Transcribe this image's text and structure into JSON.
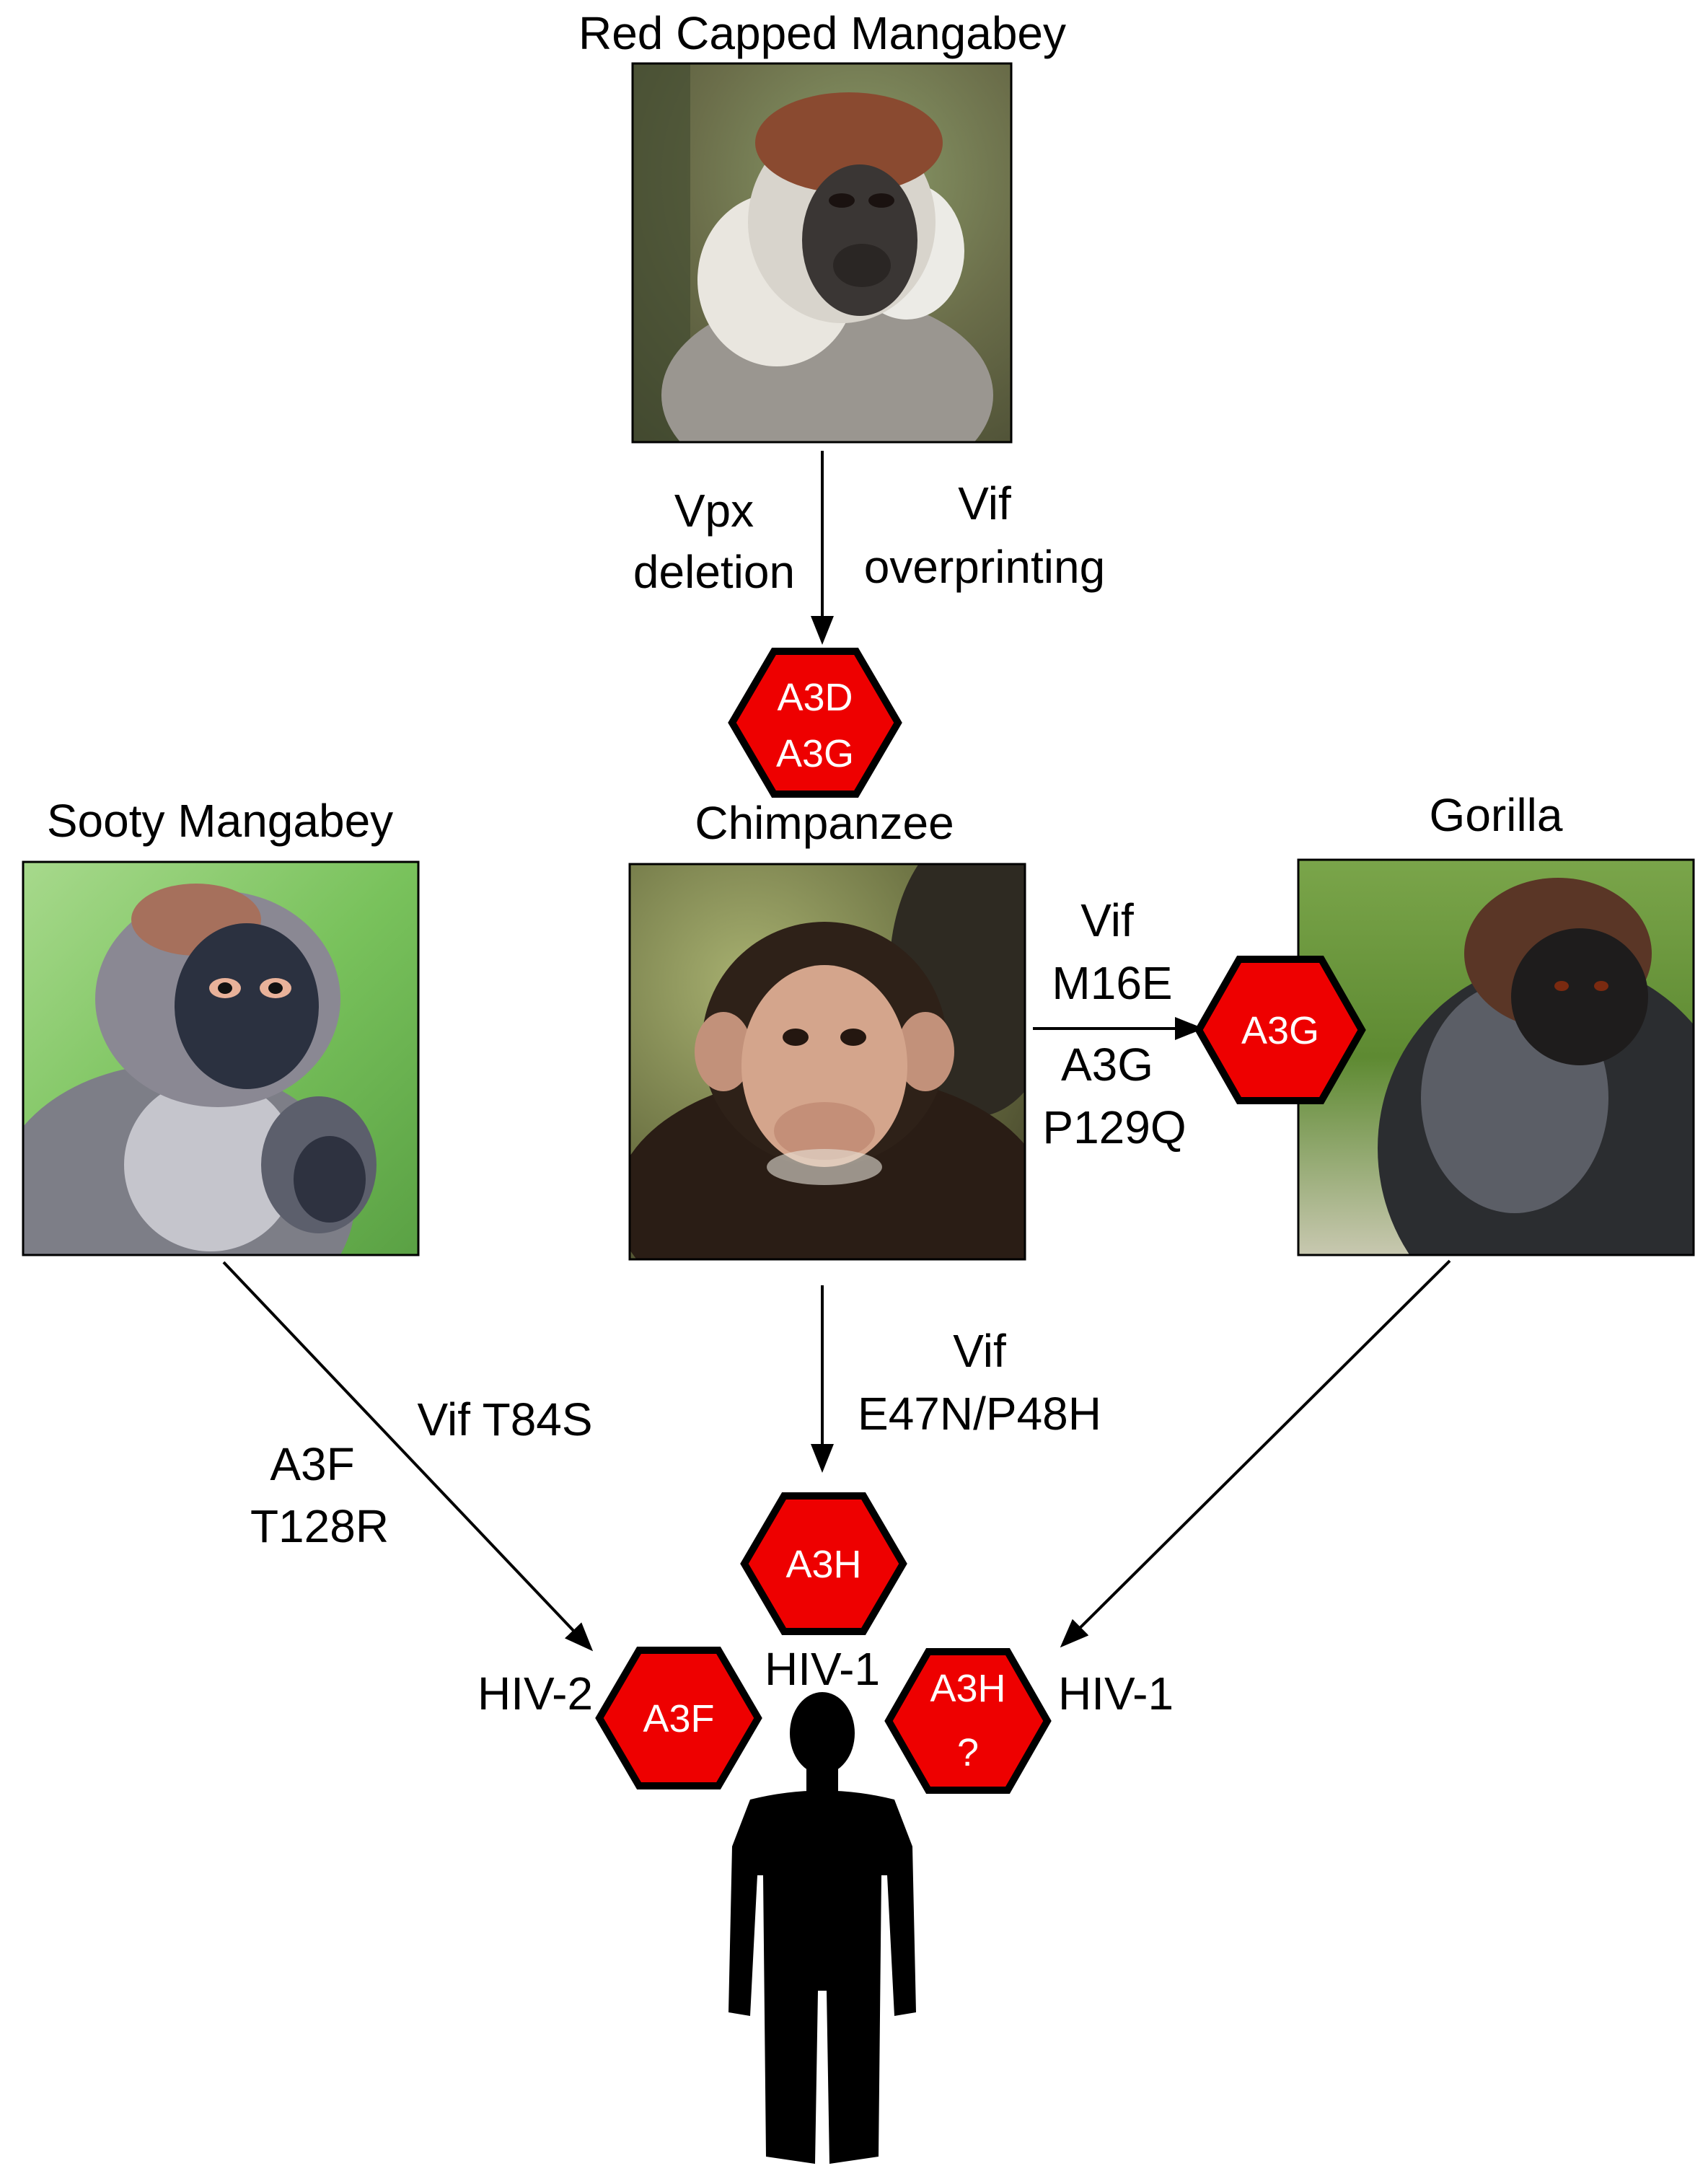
{
  "species": {
    "red_capped_mangabey": "Red Capped Mangabey",
    "sooty_mangabey": "Sooty Mangabey",
    "chimpanzee": "Chimpanzee",
    "gorilla": "Gorilla"
  },
  "labels": {
    "vpx": "Vpx",
    "deletion": "deletion",
    "vif": "Vif",
    "overprinting": "overprinting",
    "vif_gor": "Vif",
    "m16e": "M16E",
    "a3g_gor": "A3G",
    "p129q": "P129Q",
    "vif_chimp": "Vif",
    "e47n": "E47N/P48H",
    "vif_t84s": "Vif T84S",
    "a3f_sooty": "A3F",
    "t128r": "T128R",
    "hiv2": "HIV-2",
    "hiv1_center": "HIV-1",
    "hiv1_right": "HIV-1"
  },
  "hexagons": {
    "top": [
      "A3D",
      "A3G"
    ],
    "gorilla": [
      "A3G"
    ],
    "human_center": [
      "A3H"
    ],
    "human_left": [
      "A3F"
    ],
    "human_right": [
      "A3H",
      "?"
    ]
  },
  "colors": {
    "hex_fill": "#ee0000",
    "hex_stroke": "#000000",
    "text": "#000000"
  }
}
